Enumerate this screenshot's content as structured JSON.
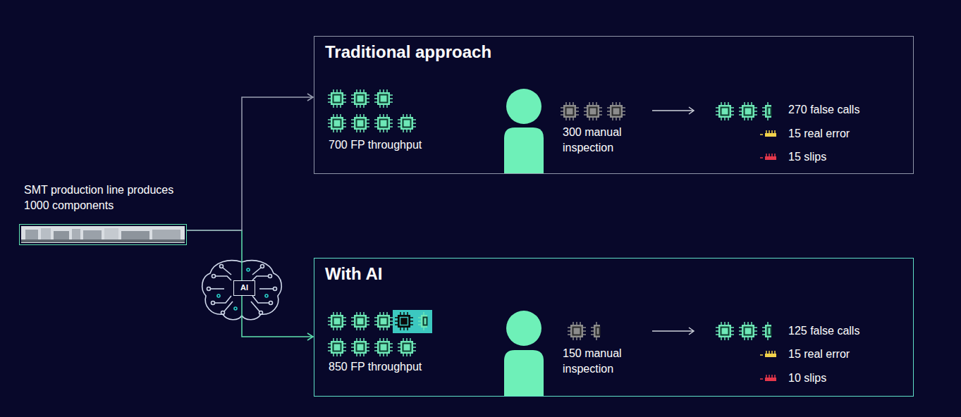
{
  "diagram": {
    "nodes": [
      {
        "text": [
          "SMT production line produces 1000 components"
        ]
      },
      {
        "text": [
          "Traditional approach"
        ]
      },
      {
        "text": [
          "With AI"
        ]
      },
      {
        "text": [
          "AI"
        ]
      }
    ],
    "edges": [
      {
        "from": 0,
        "to": 1,
        "arrow": "to"
      },
      {
        "from": 0,
        "to": 2,
        "arrow": "to"
      }
    ],
    "labels": [
      "700 FP throughput",
      "300 manual inspection",
      "270 false calls",
      "15 real error",
      "15 slips",
      "850 FP throughput",
      "150 manual inspection",
      "125 false calls",
      "15 real error",
      "10 slips"
    ]
  }
}
